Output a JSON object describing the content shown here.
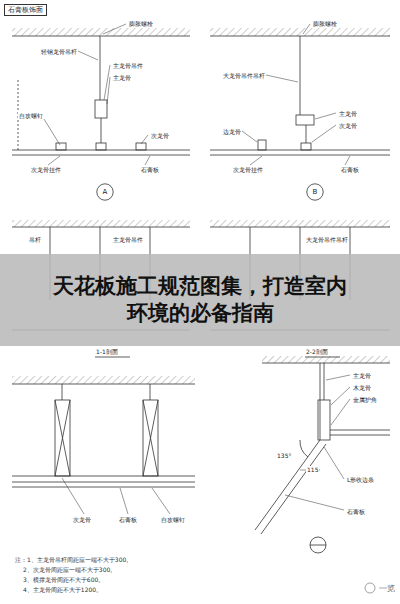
{
  "diagram": {
    "nodes": [
      {
        "text": [
          "石膏板饰面"
        ]
      },
      {
        "text": [
          "A"
        ]
      },
      {
        "text": [
          "B"
        ]
      },
      {
        "text": [
          "天花板施工规范图集，打造室内环境的必备指南"
        ]
      }
    ],
    "labels": [
      "膨胀螺栓",
      "轻钢龙骨吊杆",
      "主龙骨吊件",
      "主龙骨",
      "自攻螺钉",
      "次龙骨",
      "次龙骨挂件",
      "石膏板",
      "膨胀螺栓",
      "大龙骨吊件吊杆",
      "主龙骨",
      "次龙骨",
      "边龙骨",
      "次龙骨挂件",
      "石膏板",
      "吊杆",
      "主龙骨吊件",
      "大龙骨吊件吊杆",
      "1-1剖面",
      "2-2剖面",
      "次龙骨",
      "石膏板",
      "自攻螺钉",
      "主龙骨",
      "木龙骨",
      "金属护角",
      "135°",
      "115",
      "L形收边条",
      "石膏板",
      "注：1、主龙骨吊杆间距应一端不大于300。",
      "2、次龙骨间距应一端不大于300。",
      "3、横撑龙骨间距不大于600。",
      "4、主龙骨间距不大于1200。",
      "一览"
    ]
  }
}
